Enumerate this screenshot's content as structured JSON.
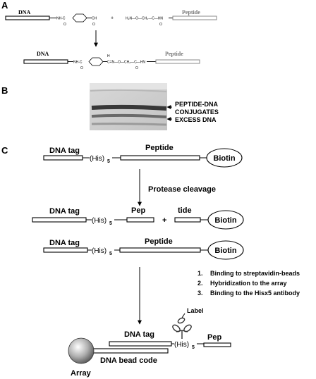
{
  "panels": {
    "a": "A",
    "b": "B",
    "c": "C"
  },
  "panel_a": {
    "dna_label": "DNA",
    "peptide_label": "Peptide",
    "plus": "+",
    "reactant1": {
      "nh_c": "NH-C",
      "ch": "CH",
      "o1": "O",
      "o2": "O"
    },
    "reactant2": {
      "chain": "H₂N—O—CH₂—C—HN",
      "o": "O"
    },
    "product": {
      "nh_c": "NH-C",
      "c_n": "C=N—O—CH₂—C—HN",
      "h": "H",
      "o1": "O",
      "o2": "O"
    }
  },
  "panel_b": {
    "label_conjugates_1": "PEPTIDE-DNA",
    "label_conjugates_2": "CONJUGATES",
    "label_excess": "EXCESS DNA"
  },
  "panel_c": {
    "dna_tag": "DNA tag",
    "peptide": "Peptide",
    "biotin": "Biotin",
    "his": "(His)",
    "his_sub": "5",
    "protease": "Protease cleavage",
    "pep": "Pep",
    "tide": "tide",
    "plus": "+",
    "steps": [
      {
        "num": "1.",
        "text": "Binding to streptavidin-beads"
      },
      {
        "num": "2.",
        "text": "Hybridization to the array"
      },
      {
        "num": "3.",
        "text": "Binding to the Hisx5 antibody"
      }
    ],
    "label": "Label",
    "dna_bead_code": "DNA bead code",
    "array": "Array"
  }
}
